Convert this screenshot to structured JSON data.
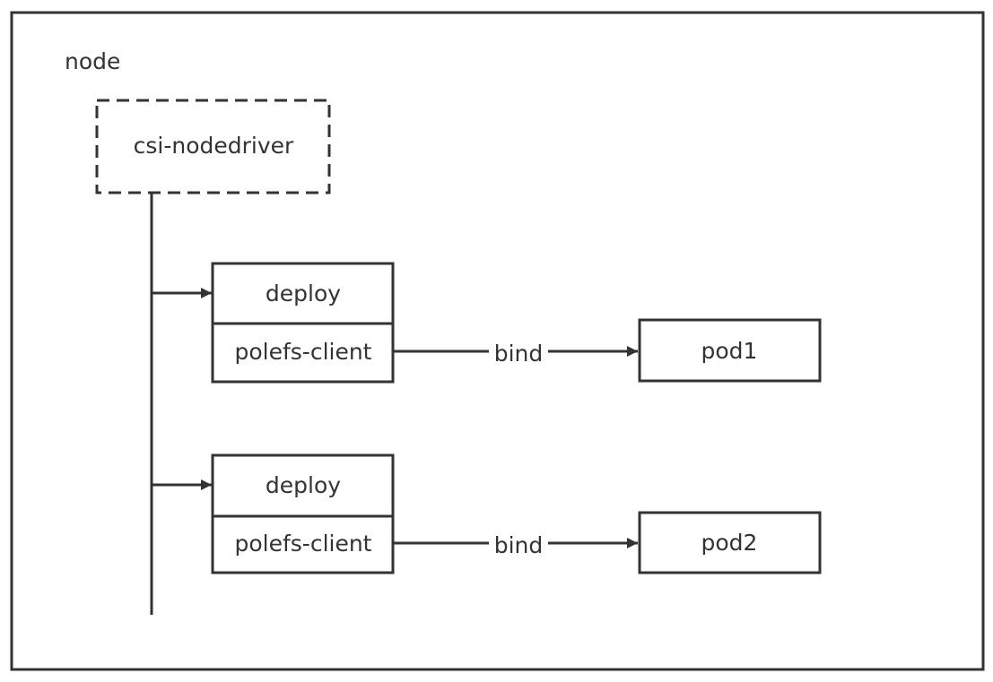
{
  "node": {
    "label": "node"
  },
  "driver": {
    "label": "csi-nodedriver"
  },
  "groups": [
    {
      "deploy_label": "deploy",
      "client_label": "polefs-client",
      "edge_label": "bind",
      "pod_label": "pod1"
    },
    {
      "deploy_label": "deploy",
      "client_label": "polefs-client",
      "edge_label": "bind",
      "pod_label": "pod2"
    }
  ],
  "colors": {
    "stroke": "#333333",
    "text": "#333333",
    "background": "#ffffff"
  }
}
